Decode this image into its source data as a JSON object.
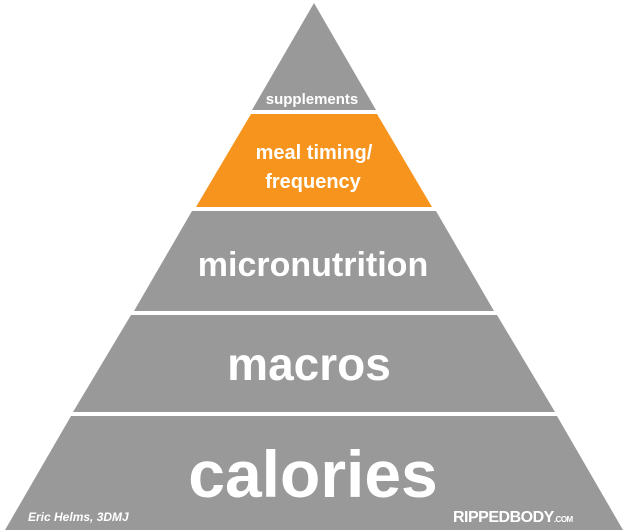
{
  "diagram": {
    "tiers": [
      {
        "lines": [
          "supplements"
        ],
        "highlighted": false
      },
      {
        "lines": [
          "meal timing/",
          "frequency"
        ],
        "highlighted": true
      },
      {
        "lines": [
          "micronutrition"
        ],
        "highlighted": false
      },
      {
        "lines": [
          "macros"
        ],
        "highlighted": false
      },
      {
        "lines": [
          "calories"
        ],
        "highlighted": false
      }
    ],
    "colors": {
      "tier": "#999999",
      "highlight": "#f7941d",
      "separator": "#ffffff",
      "text": "#ffffff"
    }
  },
  "footer": {
    "credit": "Eric Helms, 3DMJ",
    "brand_ripped": "RIPPED",
    "brand_body": "BODY",
    "brand_suffix": ".COM"
  }
}
